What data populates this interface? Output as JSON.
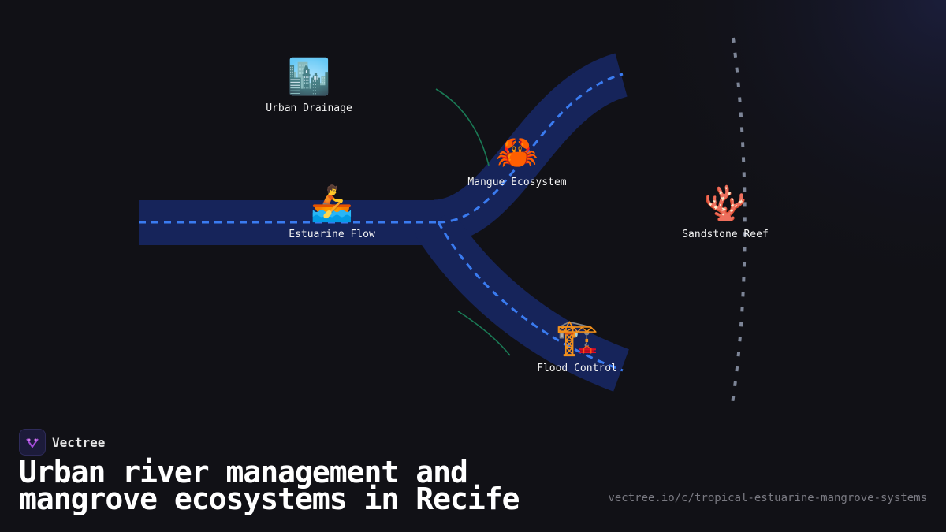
{
  "diagram": {
    "nodes": [
      {
        "id": "urban-drainage",
        "icon": "cityscape-icon",
        "glyph": "🏙️",
        "label": "Urban Drainage"
      },
      {
        "id": "estuarine-flow",
        "icon": "rowboat-icon",
        "glyph": "🚣",
        "label": "Estuarine Flow"
      },
      {
        "id": "mangue-ecosystem",
        "icon": "crab-icon",
        "glyph": "🦀",
        "label": "Mangue Ecosystem"
      },
      {
        "id": "flood-control",
        "icon": "crane-icon",
        "glyph": "🏗️",
        "label": "Flood Control"
      },
      {
        "id": "sandstone-reef",
        "icon": "coral-icon",
        "glyph": "🪸",
        "label": "Sandstone Reef"
      }
    ],
    "colors": {
      "river": "#16245a",
      "flow_line": "#3a7bf0",
      "green_line": "#1a7a55",
      "reef_dashes": "#7d8597",
      "background": "#111116"
    }
  },
  "footer": {
    "brand_name": "Vectree",
    "logo_icon": "vectree-logo-icon",
    "headline_line1": "Urban river management and",
    "headline_line2": "mangrove ecosystems in Recife",
    "url": "vectree.io/c/tropical-estuarine-mangrove-systems"
  }
}
